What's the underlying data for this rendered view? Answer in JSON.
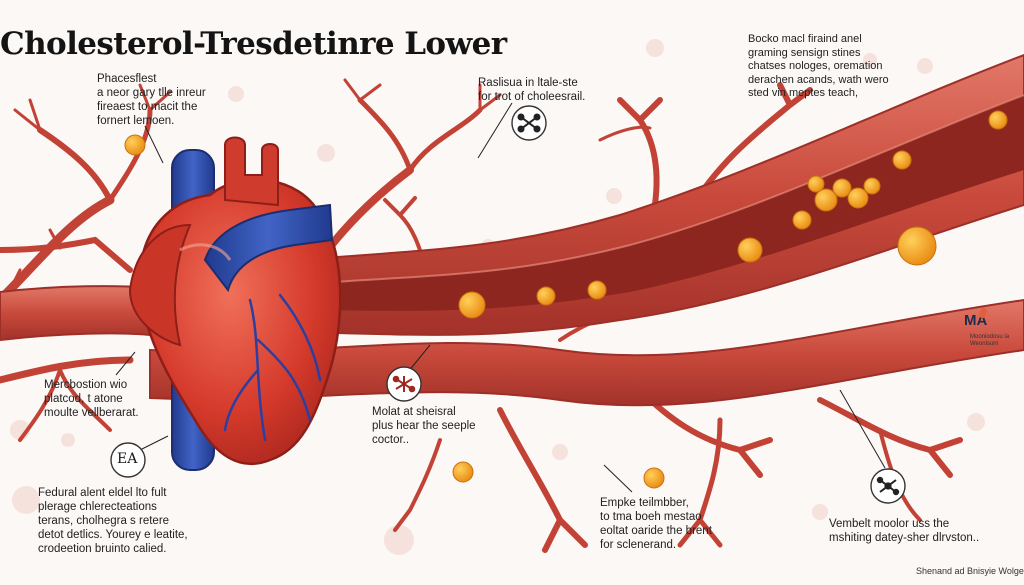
{
  "title": "Cholesterol-Tresdetinre Lower",
  "annotations": {
    "top_left": "Phacesflest\na neor gary tlle inreur\nfireaest to macit the\nfornert lemoen.",
    "top_center": "Raslisua in ltale-ste\nfor trot of choleesrail.",
    "top_right": "Bocko macl firaind anel\ngraming sensign stines\nchatses nologes, oremation\nderachen acands, wath wero\nsted vin meptes teach,",
    "mid_left": "Mercbostion wio\nplatcod, t atone\nmoulte vellberarat.",
    "mid_center": "Molat at sheisral\nplus hear the seeple\ncoctor..",
    "bottom_left": "Fedural alent eldel lto fult\nplerage chlerecteations\nterans, cholhegra s retere\ndetot detlics. Yourey e leatite,\ncrodeetion bruinto calied.",
    "bottom_center": "Empke teilmbber,\nto tma boeh mestao\neoltat oaride the brent\nfor sclenerand.",
    "bottom_right": "Vembelt moolor uss the\nmshiting datey-sher dlrvston.."
  },
  "badges": {
    "ea": "EA"
  },
  "logo": {
    "mark": "MA",
    "subtitle": "Mooniodosu ia\nWeonlsuni"
  },
  "footer": "Shenand ad Bnisyie Wolger O",
  "colors": {
    "artery_dark": "#b53a30",
    "artery_light": "#d65a4c",
    "lumen": "#9e2a22",
    "heart_red": "#d8392b",
    "vein_blue": "#2f4aa8",
    "plaque": "#f2a21a",
    "background": "#fbf8f6"
  },
  "icons": [
    "molecule-icon",
    "molecule-icon",
    "molecule-icon",
    "molecule-icon"
  ]
}
